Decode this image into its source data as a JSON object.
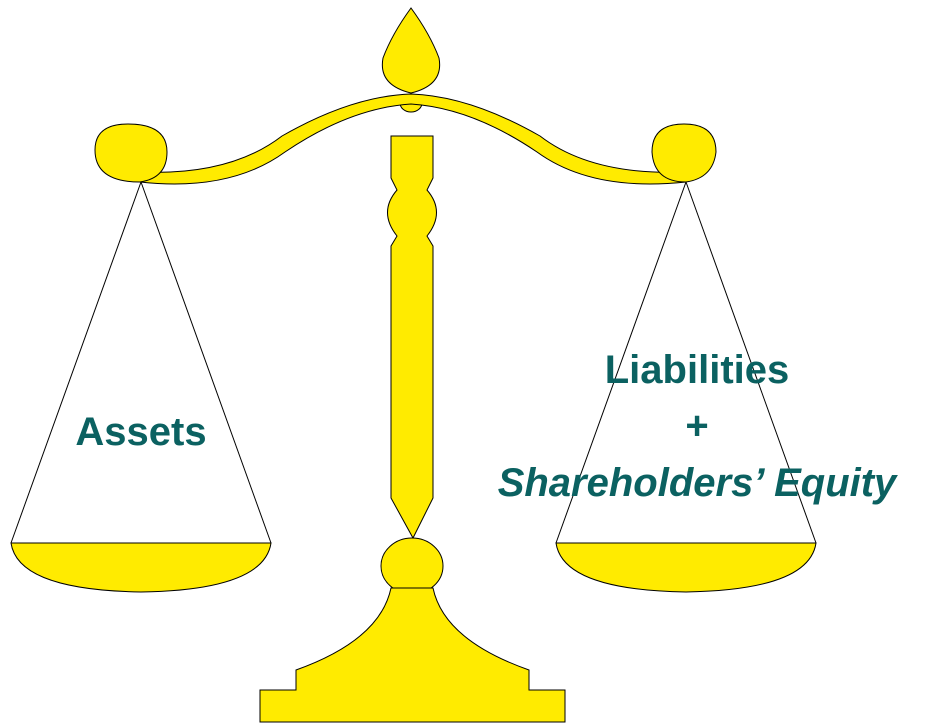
{
  "diagram": {
    "left_pan_label": "Assets",
    "right_pan_line1": "Liabilities",
    "right_pan_line2": "+",
    "right_pan_line3": "Shareholders’ Equity"
  },
  "colors": {
    "scale_fill": "#ffeb00",
    "label_text": "#0b6161",
    "outline": "#000000"
  },
  "icons": {
    "figure": "balance-scale-icon"
  }
}
